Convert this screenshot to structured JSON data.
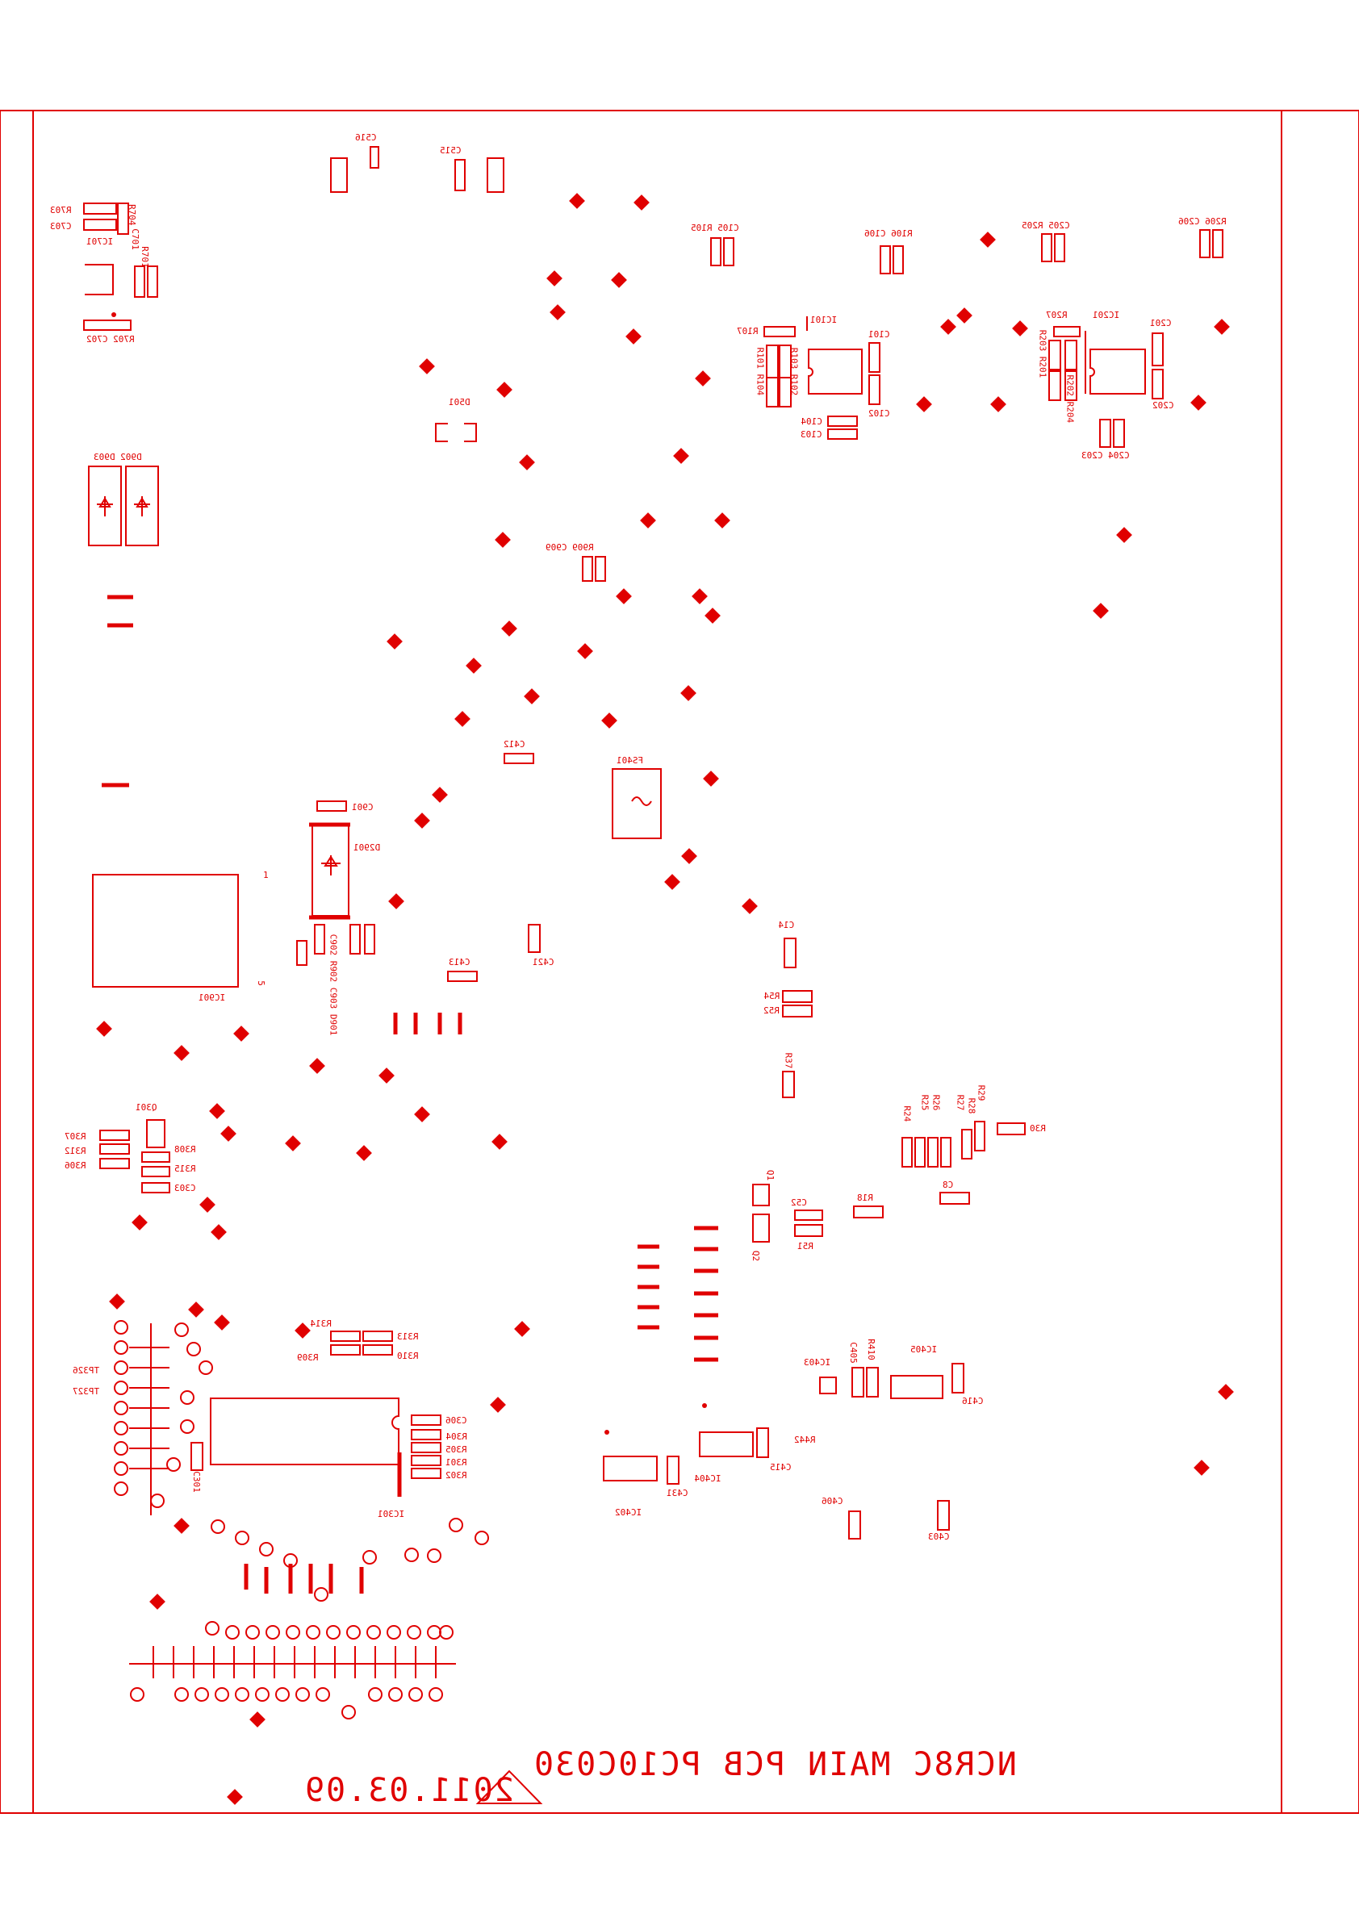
{
  "title": "NCR8C MAIN PCB PC10C030",
  "date": "2011.03.09",
  "colors": {
    "copper": "#e00000",
    "background": "#ffffff"
  },
  "labels": {
    "c516": "C516",
    "c515": "C515",
    "r703": "R703",
    "c703": "C703",
    "r704": "R704",
    "ic701": "IC701",
    "c701": "C701",
    "r701": "R701",
    "r702c702": "R702 C702",
    "c105r105": "C105 R105",
    "r106c106": "R106 C106",
    "c205r205": "C205 R205",
    "r206c206": "R206 C206",
    "ic101": "IC101",
    "r107": "R107",
    "c101": "C101",
    "r101r104": "R101 R104",
    "r103r102": "R103 R102",
    "c104": "C104",
    "c103": "C103",
    "c102": "C102",
    "ic201": "IC201",
    "r207": "R207",
    "c201": "C201",
    "r203r201": "R203 R201",
    "r202r204": "R202 R204",
    "c202": "C202",
    "c204c203": "C204 C203",
    "d501": "D501",
    "d902d903": "D902 D903",
    "r909c909": "R909 C909",
    "c412": "C412",
    "fs401": "FS401",
    "c901": "C901",
    "d2901": "D2901",
    "ic901": "IC901",
    "pin1": "1",
    "pin5": "5",
    "c902r902c903d901": "C902 R902 C903 D901",
    "c413": "C413",
    "c421": "C421",
    "c14": "C14",
    "r54": "R54",
    "r52": "R52",
    "r37": "R37",
    "r24": "R24",
    "r25": "R25",
    "r26": "R26",
    "r27": "R27",
    "r28": "R28",
    "r29": "R29",
    "r30": "R30",
    "c8": "C8",
    "r18": "R18",
    "c52": "C52",
    "r51": "R51",
    "q1": "Q1",
    "q2": "Q2",
    "q301": "Q301",
    "r307": "R307",
    "r312": "R312",
    "r306": "R306",
    "r308": "R308",
    "r315": "R315",
    "c303": "C303",
    "r314": "R314",
    "r313": "R313",
    "r309": "R309",
    "r310": "R310",
    "tp326": "TP326",
    "tp327": "TP327",
    "c306": "C306",
    "r304": "R304",
    "r305": "R305",
    "r301": "R301",
    "r302": "R302",
    "c301": "C301",
    "ic301": "IC301",
    "ic403": "IC403",
    "c405": "C405",
    "r410": "R410",
    "ic405": "IC405",
    "c416": "C416",
    "r442": "R442",
    "c415": "C415",
    "ic404": "IC404",
    "c431": "C431",
    "ic402": "IC402",
    "c406": "C406",
    "c403": "C403"
  }
}
